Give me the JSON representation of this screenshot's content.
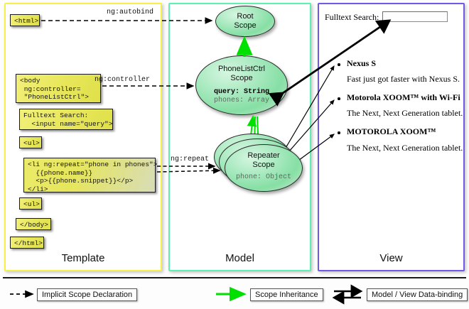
{
  "panels": [
    {
      "id": "template",
      "label": "Template",
      "border_color": "#f5f14a"
    },
    {
      "id": "model",
      "label": "Model",
      "border_color": "#5ef0ac"
    },
    {
      "id": "view",
      "label": "View",
      "border_color": "#6e5ae8"
    }
  ],
  "template": {
    "boxes": [
      {
        "name": "html-open",
        "text": "<html>"
      },
      {
        "name": "body-open",
        "text": "<body\n ng:controller=\n \"PhoneListCtrl\">"
      },
      {
        "name": "fulltext-search",
        "text": "Fulltext Search:\n  <input name=\"query\">"
      },
      {
        "name": "ul-open",
        "text": "<ul>"
      },
      {
        "name": "li-repeat",
        "text": "<li ng:repeat=\"phone in phones\">\n  {{phone.name}}\n  <p>{{phone.snippet}}</p>\n</li>"
      },
      {
        "name": "ul-close",
        "text": "<ul>"
      },
      {
        "name": "body-close",
        "text": "</body>"
      },
      {
        "name": "html-close",
        "text": "</html>"
      }
    ]
  },
  "model": {
    "scopes": [
      {
        "name": "root-scope",
        "title": "Root\nScope",
        "props": []
      },
      {
        "name": "phonelistctrl-scope",
        "title": "PhoneListCtrl\nScope",
        "props": [
          {
            "text": "query: String",
            "style": "bold"
          },
          {
            "text": "phones: Array",
            "style": "dim"
          }
        ]
      },
      {
        "name": "repeater-scope",
        "title": "Repeater\nScope",
        "props": [
          {
            "text": "phone: Object",
            "style": "dim"
          }
        ]
      }
    ]
  },
  "view": {
    "search_label": "Fulltext Search:",
    "search_value": "",
    "items": [
      {
        "name": "Nexus S",
        "snippet": "Fast just got faster with Nexus S."
      },
      {
        "name": "Motorola XOOM™  with Wi-Fi",
        "snippet": "The Next, Next Generation tablet."
      },
      {
        "name": "MOTOROLA XOOM™",
        "snippet": "The Next, Next Generation tablet."
      }
    ]
  },
  "connectors": {
    "autobind": "ng:autobind",
    "controller": "ng:controller",
    "repeat": "ng:repeat"
  },
  "legend": [
    {
      "name": "implicit-scope-declaration",
      "label": "Implicit Scope Declaration",
      "style": "dashed-arrow",
      "color": "#000000"
    },
    {
      "name": "scope-inheritance",
      "label": "Scope Inheritance",
      "style": "solid-arrow",
      "color": "#00e000"
    },
    {
      "name": "model-view-data-binding",
      "label": "Model / View Data-binding",
      "style": "double-arrow",
      "color": "#000000"
    }
  ]
}
